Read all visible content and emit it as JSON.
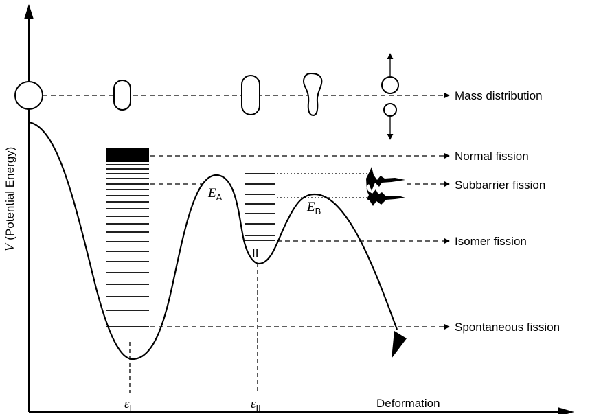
{
  "axes": {
    "y_label_var": "V",
    "y_label_text": "(Potential Energy)",
    "x_label": "Deformation",
    "eps_symbol": "ε",
    "eps1_sub": "I",
    "eps2_sub": "II"
  },
  "well_label": "II",
  "barriers": {
    "symbol": "E",
    "a_sub": "A",
    "b_sub": "B"
  },
  "right_labels": {
    "mass": "Mass distribution",
    "normal": "Normal fission",
    "subbarrier": "Subbarrier fission",
    "isomer": "Isomer fission",
    "spontaneous": "Spontaneous fission"
  }
}
